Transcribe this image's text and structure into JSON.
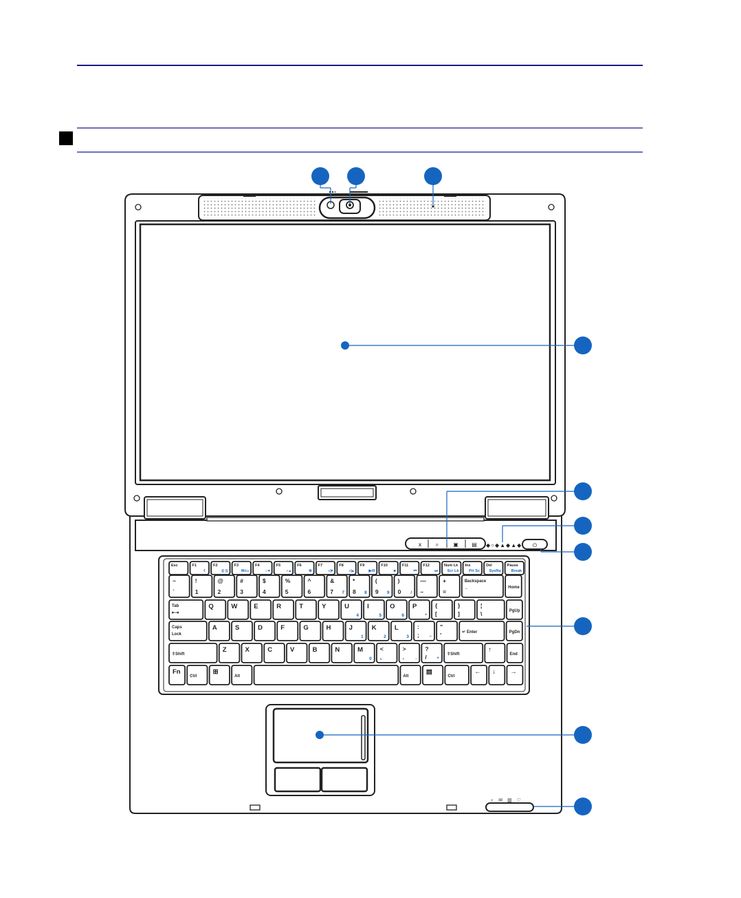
{
  "page": {
    "accent_color": "#1a1a8c",
    "callout_color": "#1565c0"
  },
  "keyboard": {
    "rows": [
      [
        {
          "main": "Esc",
          "fn": ""
        },
        {
          "main": "F1",
          "fn": "☾"
        },
        {
          "main": "F2",
          "fn": "((·))"
        },
        {
          "main": "F3",
          "fn": "✉/▭"
        },
        {
          "main": "F4",
          "fn": "☼▾"
        },
        {
          "main": "F5",
          "fn": "☼▴"
        },
        {
          "main": "F6",
          "fn": "⊗"
        },
        {
          "main": "F7",
          "fn": "◁▾"
        },
        {
          "main": "F8",
          "fn": "◁▴"
        },
        {
          "main": "F9",
          "fn": "▶/II"
        },
        {
          "main": "F10",
          "fn": "■"
        },
        {
          "main": "F11",
          "fn": "⏮"
        },
        {
          "main": "F12",
          "fn": "⏭"
        },
        {
          "main": "Num Lk",
          "fn": "Scr Lk"
        },
        {
          "main": "Ins",
          "fn": "Prt Sc"
        },
        {
          "main": "Del",
          "fn": "SysRq"
        },
        {
          "main": "Pause",
          "fn": "Break"
        }
      ],
      [
        {
          "top": "~",
          "bottom": "`"
        },
        {
          "top": "!",
          "bottom": "1"
        },
        {
          "top": "@",
          "bottom": "2"
        },
        {
          "top": "#",
          "bottom": "3"
        },
        {
          "top": "$",
          "bottom": "4"
        },
        {
          "top": "%",
          "bottom": "5"
        },
        {
          "top": "^",
          "bottom": "6"
        },
        {
          "top": "&",
          "bottom": "7",
          "fn": "7"
        },
        {
          "top": "*",
          "bottom": "8",
          "fn": "8"
        },
        {
          "top": "(",
          "bottom": "9",
          "fn": "9"
        },
        {
          "top": ")",
          "bottom": "0",
          "fn": "/"
        },
        {
          "top": "—",
          "bottom": "–"
        },
        {
          "top": "+",
          "bottom": "="
        },
        {
          "main": "Backspace",
          "sub": "←"
        },
        {
          "main": "Home"
        }
      ],
      [
        {
          "main": "Tab",
          "sub": "⇤⇥"
        },
        {
          "main": "Q"
        },
        {
          "main": "W"
        },
        {
          "main": "E"
        },
        {
          "main": "R"
        },
        {
          "main": "T"
        },
        {
          "main": "Y"
        },
        {
          "main": "U",
          "fn": "4"
        },
        {
          "main": "I",
          "fn": "5"
        },
        {
          "main": "O",
          "fn": "6"
        },
        {
          "main": "P",
          "fn": "*"
        },
        {
          "top": "{",
          "bottom": "["
        },
        {
          "top": "}",
          "bottom": "]"
        },
        {
          "top": "¦",
          "bottom": "\\"
        },
        {
          "main": "PgUp"
        }
      ],
      [
        {
          "main": "Caps",
          "sub": "Lock"
        },
        {
          "main": "A"
        },
        {
          "main": "S"
        },
        {
          "main": "D"
        },
        {
          "main": "F"
        },
        {
          "main": "G"
        },
        {
          "main": "H"
        },
        {
          "main": "J",
          "fn": "1"
        },
        {
          "main": "K",
          "fn": "2"
        },
        {
          "main": "L",
          "fn": "3"
        },
        {
          "top": ":",
          "bottom": ";",
          "fn": "–"
        },
        {
          "top": "\"",
          "bottom": "'"
        },
        {
          "main": "↵ Enter"
        },
        {
          "main": "PgDn"
        }
      ],
      [
        {
          "main": "⇧Shift"
        },
        {
          "main": "Z"
        },
        {
          "main": "X"
        },
        {
          "main": "C"
        },
        {
          "main": "V"
        },
        {
          "main": "B"
        },
        {
          "main": "N"
        },
        {
          "main": "M",
          "fn": "0"
        },
        {
          "top": "<",
          "bottom": ","
        },
        {
          "top": ">",
          "bottom": ".",
          "fn": "."
        },
        {
          "top": "?",
          "bottom": "/",
          "fn": "+"
        },
        {
          "main": "⇧Shift"
        },
        {
          "main": "↑"
        },
        {
          "main": "End"
        }
      ],
      [
        {
          "main": "Fn"
        },
        {
          "main": "Ctrl"
        },
        {
          "main": "⊞"
        },
        {
          "main": "Alt"
        },
        {
          "main": ""
        },
        {
          "main": "Alt"
        },
        {
          "main": "▤"
        },
        {
          "main": "Ctrl"
        },
        {
          "main": "←"
        },
        {
          "main": "↓"
        },
        {
          "main": "→"
        }
      ]
    ]
  }
}
